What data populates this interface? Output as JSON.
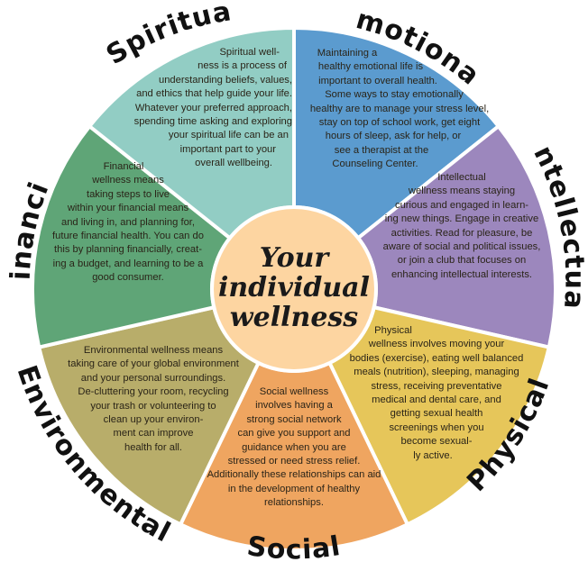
{
  "center": {
    "lines": [
      "Your",
      "individual",
      "wellness"
    ]
  },
  "segments": [
    {
      "key": "emotional",
      "title": "Emotional",
      "color": "#5b9bcf",
      "lines": [
        "Maintaining a",
        "healthy emotional life is",
        "important to overall health.",
        "Some ways to stay emotionally",
        "healthy are to manage your stress level,",
        "stay on top of school work, get eight",
        "hours of sleep, ask for help, or",
        "see a therapist at the",
        "Counseling Center."
      ]
    },
    {
      "key": "intellectual",
      "title": "Intellectual",
      "color": "#9c87bd",
      "lines": [
        "Intellectual",
        "wellness means staying",
        "curious and engaged in learn-",
        "ing new things. Engage in creative",
        "activities. Read for pleasure, be",
        "aware of social and political issues,",
        "or join a club that focuses on",
        "enhancing intellectual interests."
      ]
    },
    {
      "key": "physical",
      "title": "Physical",
      "color": "#e6c65a",
      "lines": [
        "Physical",
        "wellness involves moving your",
        "bodies (exercise), eating well balanced",
        "meals (nutrition), sleeping, managing",
        "stress, receiving preventative",
        "medical and dental care, and",
        "getting sexual health",
        "screenings when you",
        "become sexual-",
        "ly active."
      ]
    },
    {
      "key": "social",
      "title": "Social",
      "color": "#efa560",
      "lines": [
        "Social wellness",
        "involves having a",
        "strong social network",
        "can give you support and",
        "guidance when you are",
        "stressed or need stress relief.",
        "Additionally these relationships can aid",
        "in the development of healthy",
        "relationships."
      ]
    },
    {
      "key": "environmental",
      "title": "Environmental",
      "color": "#b8ad6a",
      "lines": [
        "Environmental wellness means",
        "taking care of your global environment",
        "and your personal surroundings.",
        "De-cluttering your room, recycling",
        "your trash or volunteering to",
        "clean up your environ-",
        "ment can improve",
        "health for all."
      ]
    },
    {
      "key": "financial",
      "title": "Financial",
      "color": "#5fa577",
      "lines": [
        "Financial",
        "wellness means",
        "taking steps to live",
        "within your financial means",
        "and living in, and planning for,",
        "future financial health. You can do",
        "this by planning financially, creat-",
        "ing a budget, and learning to be a",
        "good consumer."
      ]
    },
    {
      "key": "spiritual",
      "title": "Spiritual",
      "color": "#92cdc4",
      "lines": [
        "Spiritual well-",
        "ness is a process of",
        "understanding beliefs, values,",
        "and ethics that help guide your life.",
        "Whatever your preferred approach,",
        "spending time asking and exploring",
        "your spiritual life can be an",
        "important part to your",
        "overall wellbeing."
      ]
    }
  ],
  "colors": {
    "hub": "#fdd5a1",
    "gap": "#ffffff",
    "text": "#2a2418"
  }
}
